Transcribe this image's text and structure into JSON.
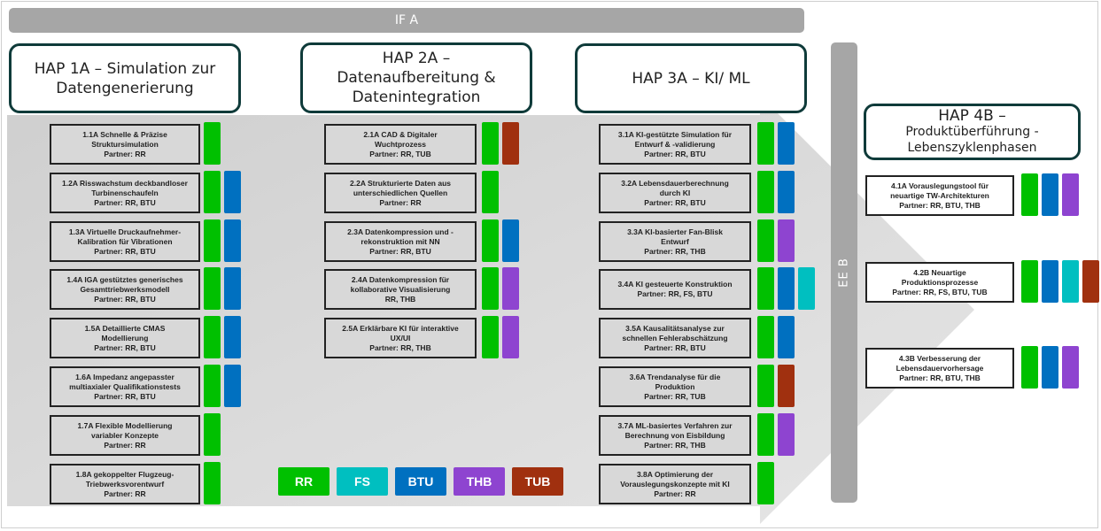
{
  "colors": {
    "RR": "#00c000",
    "FS": "#00bfc0",
    "BTU": "#0070c0",
    "THB": "#8e44d0",
    "TUB": "#a0300f",
    "arrow": "#d6d6d6",
    "bar": "#a6a6a6",
    "border": "#0f3b3a"
  },
  "top_bar": {
    "label": "IF A"
  },
  "side_bar": {
    "label": "EE B"
  },
  "haps": [
    {
      "id": "hap1",
      "title": "HAP 1A – Simulation zur\nDatengenerierung"
    },
    {
      "id": "hap2",
      "title": "HAP 2A –\nDatenaufbereitung &\nDatenintegration"
    },
    {
      "id": "hap3",
      "title": "HAP 3A – KI/ ML"
    },
    {
      "id": "hap4",
      "title": "HAP 4B –",
      "subtitle": "Produktüberführung -\nLebenszyklenphasen"
    }
  ],
  "columns": [
    {
      "hap": "hap1",
      "tasks": [
        {
          "title": "1.1A Schnelle & Präzise",
          "title2": "Struktursimulation",
          "partner": "Partner: RR",
          "partners": [
            "RR"
          ]
        },
        {
          "title": "1.2A Risswachstum deckbandloser",
          "title2": "Turbinenschaufeln",
          "partner": "Partner: RR, BTU",
          "partners": [
            "RR",
            "BTU"
          ]
        },
        {
          "title": "1.3A Virtuelle Druckaufnehmer-",
          "title2": "Kalibration für Vibrationen",
          "partner": "Partner: RR, BTU",
          "partners": [
            "RR",
            "BTU"
          ]
        },
        {
          "title": "1.4A IGA gestütztes generisches",
          "title2": "Gesamttriebwerksmodell",
          "partner": "Partner: RR, BTU",
          "partners": [
            "RR",
            "BTU"
          ]
        },
        {
          "title": "1.5A Detaillierte CMAS",
          "title2": "Modellierung",
          "partner": "Partner: RR, BTU",
          "partners": [
            "RR",
            "BTU"
          ]
        },
        {
          "title": "1.6A Impedanz angepasster",
          "title2": "multiaxialer Qualifikationstests",
          "partner": "Partner: RR, BTU",
          "partners": [
            "RR",
            "BTU"
          ]
        },
        {
          "title": "1.7A Flexible Modellierung",
          "title2": "variabler Konzepte",
          "partner": "Partner: RR",
          "partners": [
            "RR"
          ]
        },
        {
          "title": "1.8A gekoppelter Flugzeug-",
          "title2": "Triebwerksvorentwurf",
          "partner": "Partner: RR",
          "partners": [
            "RR"
          ]
        }
      ]
    },
    {
      "hap": "hap2",
      "tasks": [
        {
          "title": "2.1A CAD & Digitaler",
          "title2": "Wuchtprozess",
          "partner": "Partner: RR, TUB",
          "partners": [
            "RR",
            "TUB"
          ]
        },
        {
          "title": "2.2A Strukturierte Daten aus",
          "title2": "unterschiedlichen Quellen",
          "partner": "Partner: RR",
          "partners": [
            "RR"
          ]
        },
        {
          "title": "2.3A Datenkompression und -",
          "title2": "rekonstruktion mit NN",
          "partner": "Partner: RR, BTU",
          "partners": [
            "RR",
            "BTU"
          ]
        },
        {
          "title": "2.4A Datenkompression für",
          "title2": "kollaborative Visualisierung",
          "partner": "RR, THB",
          "partners": [
            "RR",
            "THB"
          ]
        },
        {
          "title": "2.5A Erklärbare KI für interaktive",
          "title2": "UX/UI",
          "partner": "Partner: RR, THB",
          "partners": [
            "RR",
            "THB"
          ]
        }
      ]
    },
    {
      "hap": "hap3",
      "tasks": [
        {
          "title": "3.1A KI-gestützte Simulation für",
          "title2": "Entwurf & -validierung",
          "partner": "Partner: RR, BTU",
          "partners": [
            "RR",
            "BTU"
          ]
        },
        {
          "title": "3.2A Lebensdauerberechnung",
          "title2": "durch KI",
          "partner": "Partner: RR, BTU",
          "partners": [
            "RR",
            "BTU"
          ]
        },
        {
          "title": "3.3A KI-basierter Fan-Blisk",
          "title2": "Entwurf",
          "partner": "Partner: RR, THB",
          "partners": [
            "RR",
            "THB"
          ]
        },
        {
          "title": "3.4A KI gesteuerte Konstruktion",
          "title2": "",
          "partner": "Partner: RR, FS, BTU",
          "partners": [
            "RR",
            "BTU",
            "FS"
          ]
        },
        {
          "title": "3.5A Kausalitätsanalyse zur",
          "title2": "schnellen Fehlerabschätzung",
          "partner": "Partner: RR, BTU",
          "partners": [
            "RR",
            "BTU"
          ]
        },
        {
          "title": "3.6A Trendanalyse für die",
          "title2": "Produktion",
          "partner": "Partner: RR, TUB",
          "partners": [
            "RR",
            "TUB"
          ]
        },
        {
          "title": "3.7A ML-basiertes Verfahren zur",
          "title2": "Berechnung von Eisbildung",
          "partner": "Partner: RR, THB",
          "partners": [
            "RR",
            "THB"
          ]
        },
        {
          "title": "3.8A Optimierung der",
          "title2": "Vorauslegungskonzepte mit KI",
          "partner": "Partner: RR",
          "partners": [
            "RR"
          ]
        }
      ]
    },
    {
      "hap": "hap4",
      "tasks": [
        {
          "title": "4.1A Vorauslegungstool für",
          "title2": "neuartige TW-Architekturen",
          "partner": "Partner: RR, BTU, THB",
          "partners": [
            "RR",
            "BTU",
            "THB"
          ]
        },
        {
          "title": "4.2B Neuartige",
          "title2": "Produktionsprozesse",
          "partner": "Partner: RR, FS, BTU, TUB",
          "partners": [
            "RR",
            "BTU",
            "FS",
            "TUB"
          ]
        },
        {
          "title": "4.3B Verbesserung der",
          "title2": "Lebensdauervorhersage",
          "partner": "Partner: RR, BTU, THB",
          "partners": [
            "RR",
            "BTU",
            "THB"
          ]
        }
      ]
    }
  ],
  "legend": [
    {
      "label": "RR",
      "key": "RR"
    },
    {
      "label": "FS",
      "key": "FS"
    },
    {
      "label": "BTU",
      "key": "BTU"
    },
    {
      "label": "THB",
      "key": "THB"
    },
    {
      "label": "TUB",
      "key": "TUB"
    }
  ]
}
